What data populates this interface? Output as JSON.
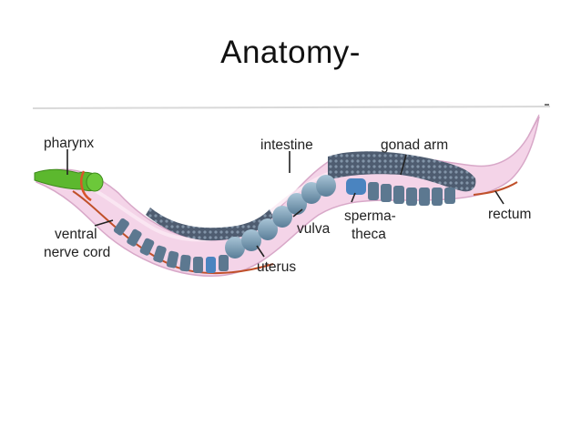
{
  "slide": {
    "title": "Anatomy-"
  },
  "diagram": {
    "labels": {
      "pharynx": "pharynx",
      "intestine": "intestine",
      "gonad_arm": "gonad arm",
      "ventral_1": "ventral",
      "ventral_2": "nerve cord",
      "vulva": "vulva",
      "sperm_1": "sperma-",
      "sperm_2": "theca",
      "rectum": "rectum",
      "uterus": "uterus"
    },
    "colors": {
      "body_fill": "#f4d4e8",
      "body_edge": "#d8a8c8",
      "pharynx": "#5cb82e",
      "gonad": "#4c5a6c",
      "egg": "#7aa0b8",
      "nerve_cord": "#c0502a"
    }
  }
}
